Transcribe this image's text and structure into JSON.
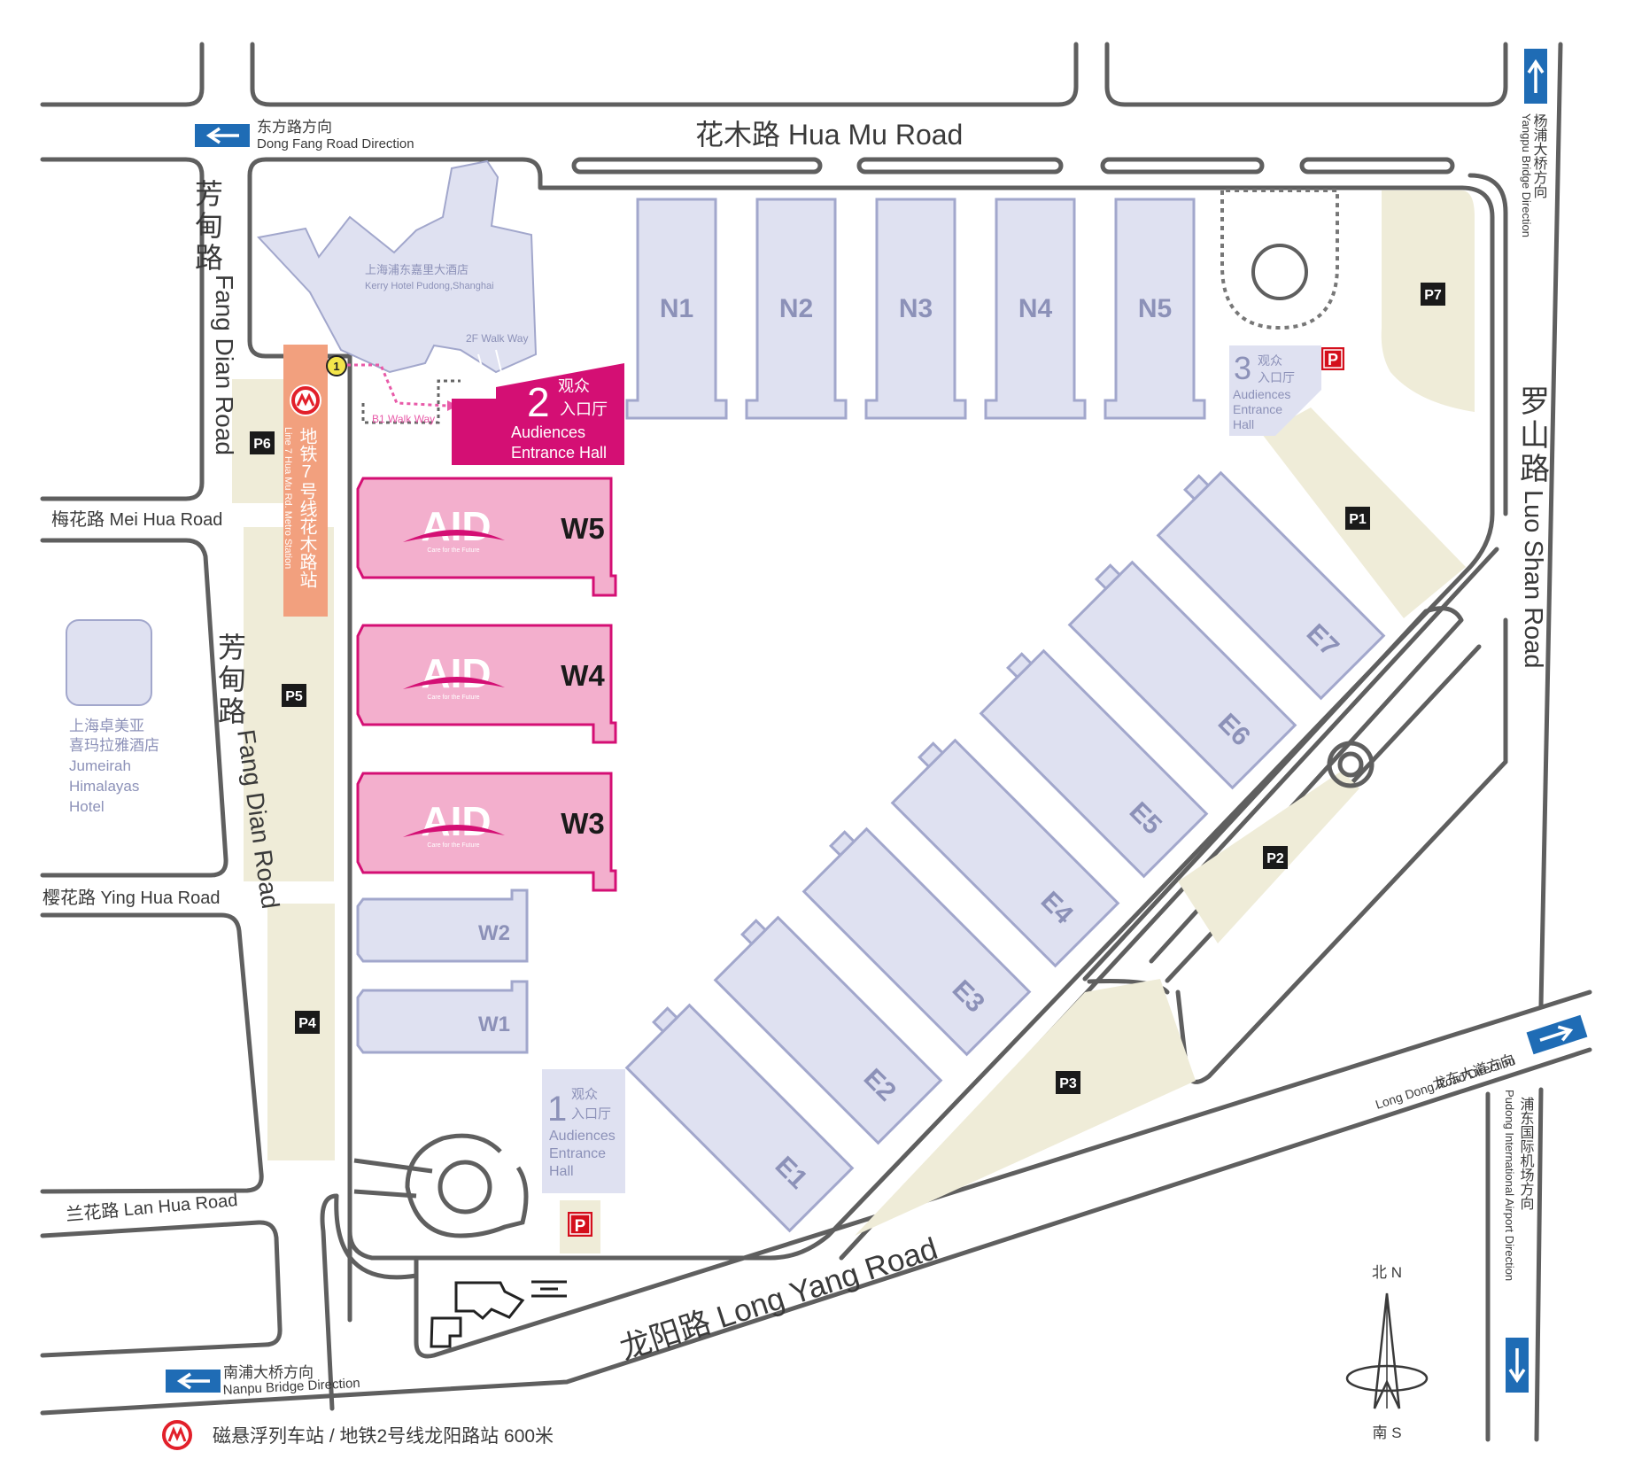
{
  "colors": {
    "road": "#5f5f5f",
    "hall": "#dfe1f1",
    "hall_stroke": "#a2a7cc",
    "hall_label": "#8c91b8",
    "aid_hall": "#f3afcd",
    "aid_stroke": "#d40f74",
    "entrance": "#d40f74",
    "parking": "#efecd8",
    "metro": "#f2a07e",
    "metro_red": "#e2202a",
    "direction_blue": "#1f6cb5",
    "dark_label": "#1a1a1a",
    "hotel": "#dfe1f1"
  },
  "roads": {
    "hua_mu": "花木路  Hua Mu Road",
    "fang_dian_cn_top": [
      "芳",
      "甸",
      "路"
    ],
    "fang_dian_en_top": "Fang Dian Road",
    "fang_dian_cn_mid": [
      "芳",
      "甸",
      "路"
    ],
    "fang_dian_en_mid": "Fang Dian Road",
    "luo_shan_cn": [
      "罗",
      "山",
      "路"
    ],
    "luo_shan_en": "Luo Shan Road",
    "mei_hua": "梅花路 Mei Hua Road",
    "ying_hua": "樱花路 Ying Hua Road",
    "lan_hua": "兰花路 Lan Hua Road",
    "long_yang": "龙阳路  Long Yang Road"
  },
  "directions": {
    "dong_fang_cn": "东方路方向",
    "dong_fang_en": "Dong Fang Road Direction",
    "yangpu_cn": "杨浦大桥方向",
    "yangpu_en": "Yangpu Bridge Direction",
    "long_dong_cn": "龙东大道方向",
    "long_dong_en": "Long Dong Road Direction",
    "pudong_airport_cn": "浦东国际机场方向",
    "pudong_airport_en": "Pudong International Airport Direction",
    "nanpu_cn": "南浦大桥方向",
    "nanpu_en": "Nanpu Bridge Direction"
  },
  "hotels": {
    "kerry_cn": "上海浦东嘉里大酒店",
    "kerry_en": "Kerry Hotel Pudong,Shanghai",
    "jumeirah": [
      "上海卓美亚",
      "喜玛拉雅酒店",
      "Jumeirah",
      "Himalayas",
      "Hotel"
    ]
  },
  "metro": {
    "station_label": "地铁7号线花木路站",
    "station_en": "Line 7 Hua Mu Rd. Metro Station",
    "exit_number": "1",
    "bottom_note": "磁悬浮列车站 / 地铁2号线龙阳路站  600米"
  },
  "walkways": {
    "b1": "B1 Walk Way",
    "f2": "2F Walk Way"
  },
  "entrances": {
    "e2_num": "2",
    "e2_cn": [
      "观众",
      "入口厅"
    ],
    "e2_en": [
      "Audiences",
      "Entrance Hall"
    ],
    "e3_num": "3",
    "e3_cn": [
      "观众",
      "入口厅"
    ],
    "e3_en": [
      "Audiences",
      "Entrance",
      "Hall"
    ],
    "e1_num": "1",
    "e1_cn": [
      "观众",
      "入口厅"
    ],
    "e1_en": [
      "Audiences",
      "Entrance",
      "Hall"
    ]
  },
  "north_halls": [
    "N1",
    "N2",
    "N3",
    "N4",
    "N5"
  ],
  "aid_halls": [
    {
      "name": "W5",
      "logo": "AID",
      "tagline": "Care for the Future"
    },
    {
      "name": "W4",
      "logo": "AID",
      "tagline": "Care for the Future"
    },
    {
      "name": "W3",
      "logo": "AID",
      "tagline": "Care for the Future"
    }
  ],
  "west_halls": [
    "W2",
    "W1"
  ],
  "east_halls": [
    "E1",
    "E2",
    "E3",
    "E4",
    "E5",
    "E6",
    "E7"
  ],
  "parking": [
    "P1",
    "P2",
    "P3",
    "P4",
    "P5",
    "P6",
    "P7"
  ],
  "parking_symbol": "P",
  "compass": {
    "north": "北 N",
    "south": "南 S"
  }
}
